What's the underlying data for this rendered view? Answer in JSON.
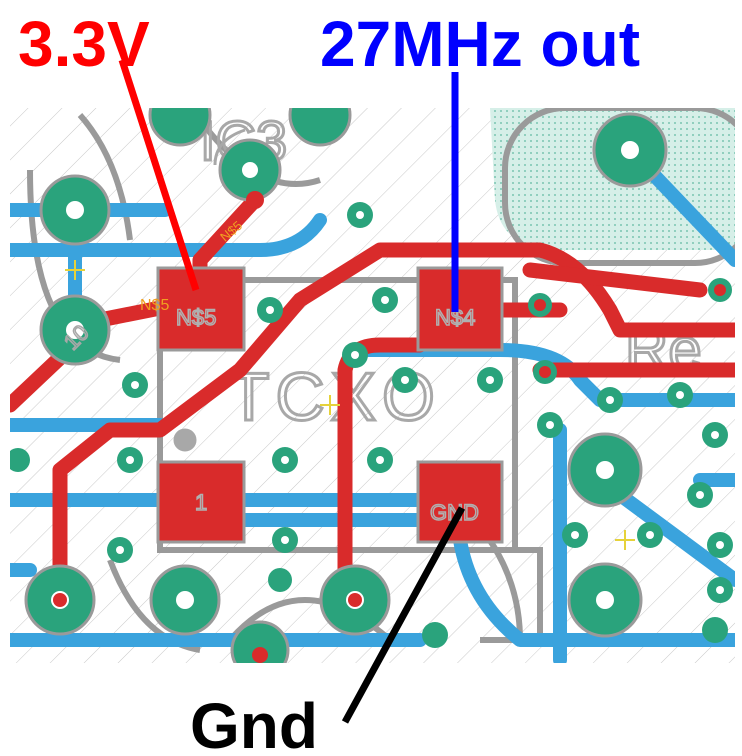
{
  "callouts": {
    "supply": {
      "label": "3.3V",
      "color": "#ff0000"
    },
    "output": {
      "label": "27MHz out",
      "color": "#0000ff"
    },
    "ground": {
      "label": "Gnd",
      "color": "#000000"
    }
  },
  "pads": {
    "supply_pad": "N$5",
    "supply_net_label": "N$5",
    "supply_via_label": "N$5",
    "output_pad": "N$4",
    "pin1_pad": "1",
    "ground_pad": "GND"
  },
  "silkscreen": {
    "part_name": "TCXO",
    "top_left_ref": "IC3",
    "right_ref": "Re",
    "left_pad_ref": "10"
  },
  "colors": {
    "board": "#ffffff",
    "top_copper": "#d92b2b",
    "bottom_copper": "#3aa3dd",
    "via": "#2aa37c",
    "pad_outline": "#9a9a9a",
    "silk": "#a8a8a8",
    "keepout_fill": "#d8f0ea"
  }
}
